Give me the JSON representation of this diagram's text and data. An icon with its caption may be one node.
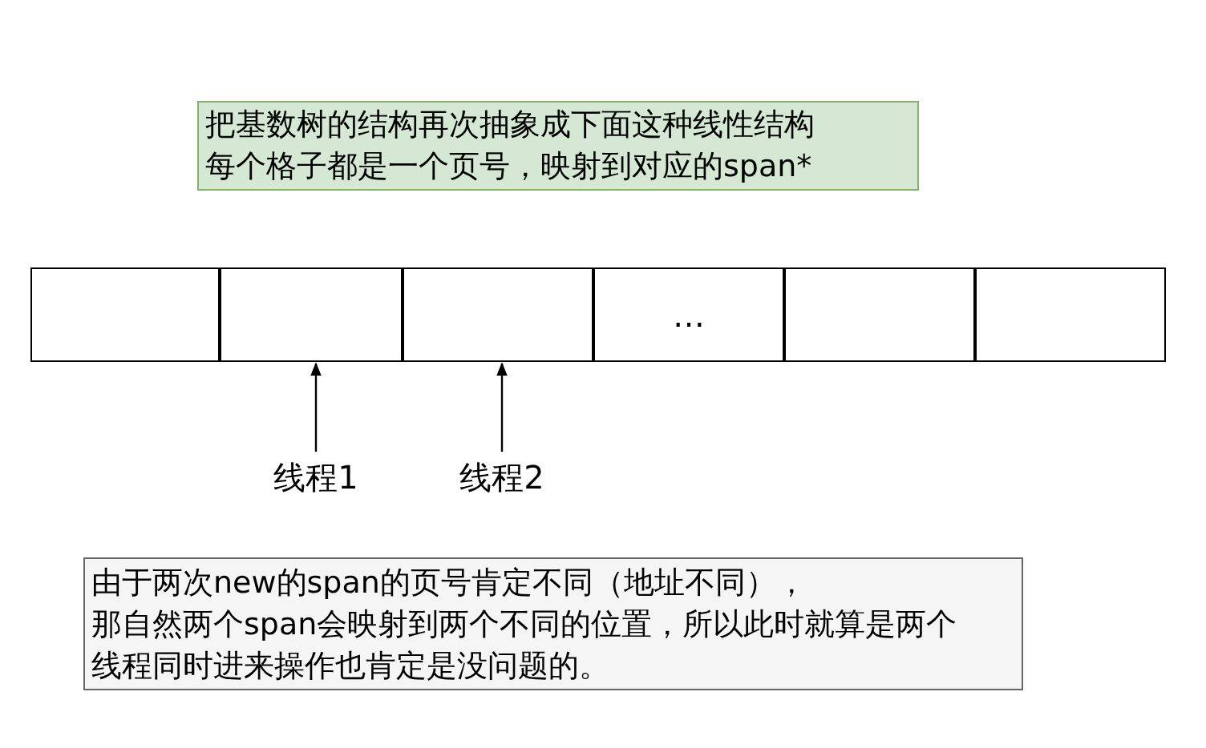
{
  "diagram": {
    "nodes": [
      {
        "text": [
          "把基数树的结构再次抽象成下面这种线性结构",
          "每个格子都是一个页号，映射到对应的span*"
        ]
      },
      {
        "text": [],
        "shape": "box"
      },
      {
        "text": [],
        "shape": "box"
      },
      {
        "text": [],
        "shape": "box"
      },
      {
        "text": [
          "…"
        ]
      },
      {
        "text": [],
        "shape": "box"
      },
      {
        "text": [],
        "shape": "box"
      },
      {
        "text": [
          "线程1"
        ]
      },
      {
        "text": [
          "线程2"
        ]
      },
      {
        "text": [
          "由于两次new的span的页号肯定不同（地址不同），",
          "那自然两个span会映射到两个不同的位置，所以此时就算是两个线程同时进来操作也肯定是没问题的。"
        ]
      }
    ],
    "edges": [
      {
        "from": 7,
        "to": 2,
        "arrow": "to"
      },
      {
        "from": 8,
        "to": 3,
        "arrow": "to"
      }
    ]
  }
}
